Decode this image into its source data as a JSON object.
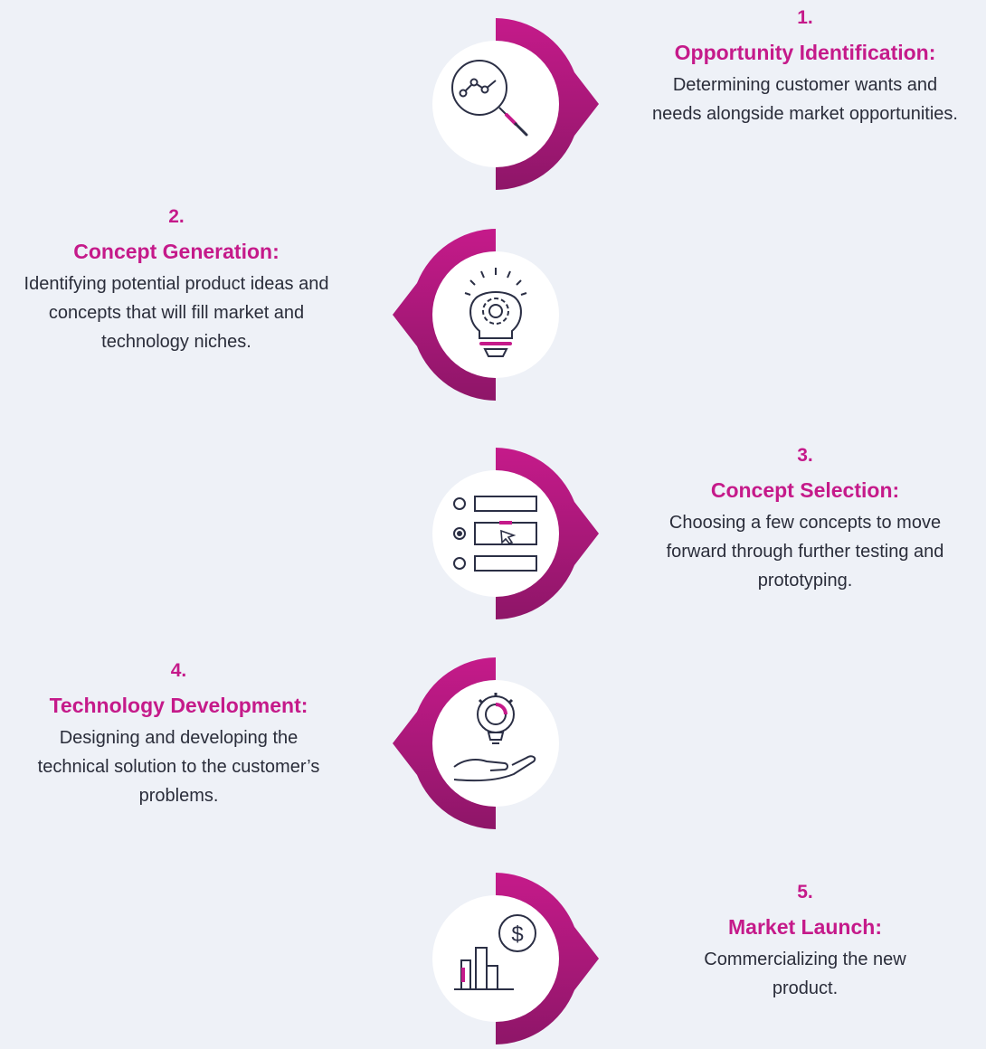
{
  "colors": {
    "accent": "#c51a8a",
    "accent_dark": "#8e1668",
    "background": "#eef1f7",
    "icon_stroke": "#2b2f45"
  },
  "steps": [
    {
      "number": "1.",
      "title": "Opportunity Identification:",
      "description": "Determining customer wants and needs alongside market opportunities.",
      "icon": "magnifier-chart-icon",
      "side": "right"
    },
    {
      "number": "2.",
      "title": "Concept Generation:",
      "description": "Identifying potential product ideas and concepts that will fill market and technology niches.",
      "icon": "lightbulb-gear-icon",
      "side": "left"
    },
    {
      "number": "3.",
      "title": "Concept Selection:",
      "description": "Choosing a few concepts to move forward through further testing and prototyping.",
      "icon": "selection-list-icon",
      "side": "right"
    },
    {
      "number": "4.",
      "title": "Technology Development:",
      "description": "Designing and developing the technical solution to the customer’s problems.",
      "icon": "hand-lightbulb-icon",
      "side": "left"
    },
    {
      "number": "5.",
      "title": "Market Launch:",
      "description": "Commercializing the new product.",
      "icon": "bar-chart-dollar-icon",
      "side": "right"
    }
  ]
}
